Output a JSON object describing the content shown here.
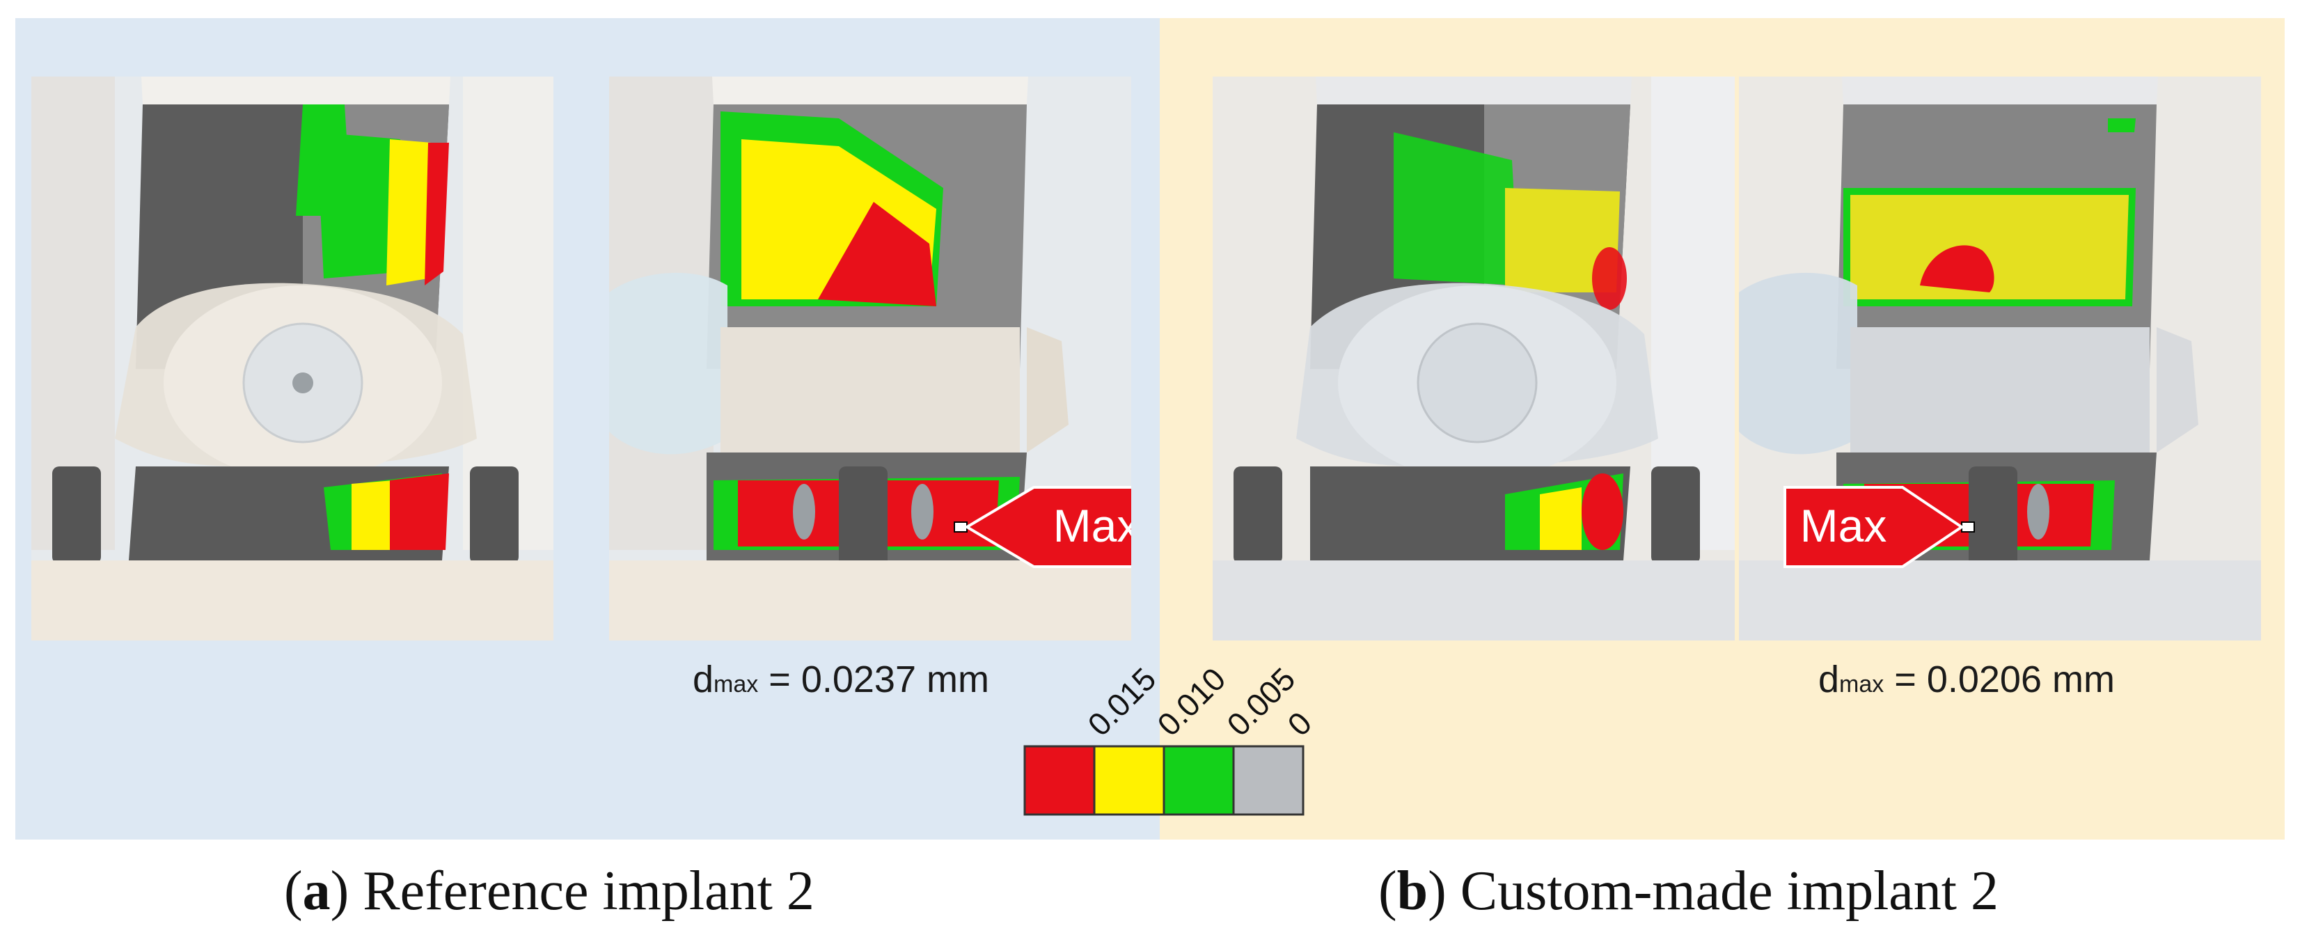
{
  "panels": [
    {
      "id": "a",
      "caption_letter": "a",
      "caption_text": " Reference implant 2",
      "dmax_symbol": "d",
      "dmax_sub": "max",
      "dmax_value": " = 0.0237 mm",
      "marker_label": "Max",
      "background": "#dde8f3"
    },
    {
      "id": "b",
      "caption_letter": "b",
      "caption_text": " Custom-made implant 2",
      "dmax_symbol": "d",
      "dmax_sub": "max",
      "dmax_value": " = 0.0206 mm",
      "marker_label": "Max",
      "background": "#fdf0cf"
    }
  ],
  "colorbar": {
    "ticks": [
      "0.015",
      "0.010",
      "0.005",
      "0"
    ],
    "bins": [
      {
        "color": "#e8101a"
      },
      {
        "color": "#fff200"
      },
      {
        "color": "#14d11a"
      },
      {
        "color": "#b9bcc0"
      }
    ]
  },
  "colors": {
    "high": "#e8101a",
    "mid": "#fff200",
    "low": "#14d11a",
    "none": "#b9bcc0",
    "marker": "#e8101a"
  }
}
